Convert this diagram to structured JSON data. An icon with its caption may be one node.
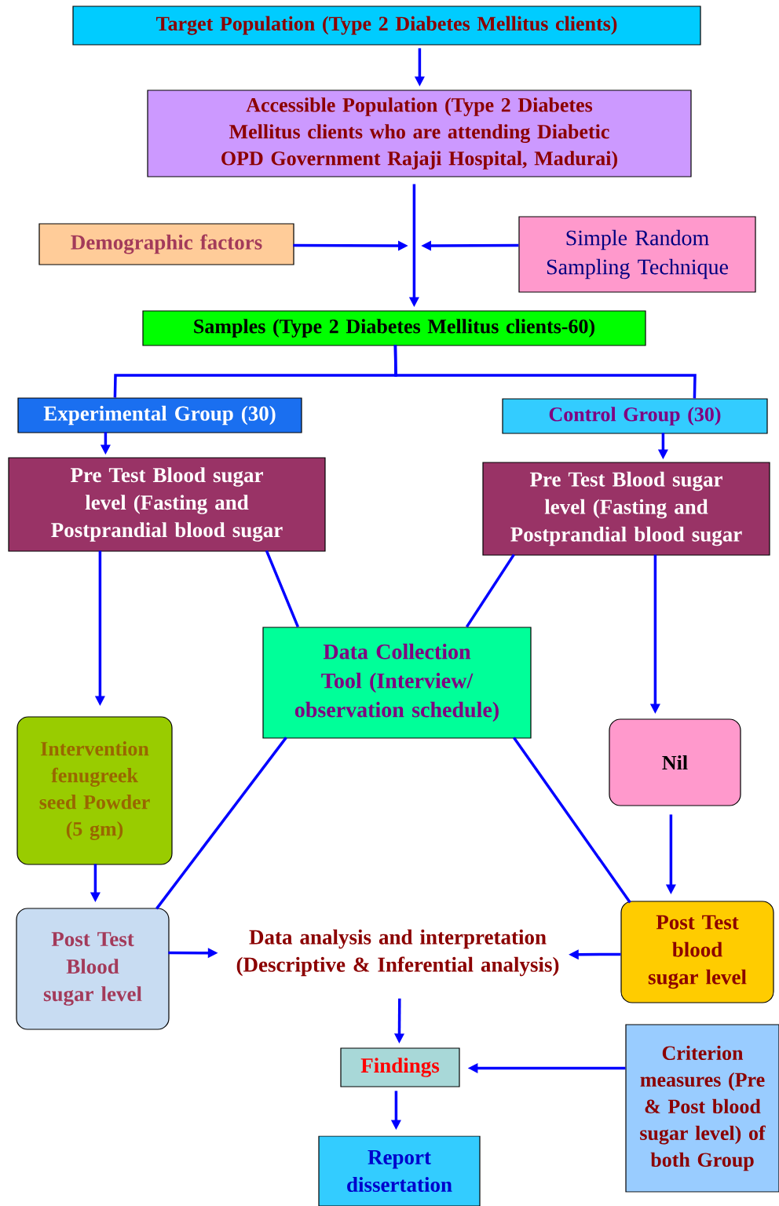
{
  "diagram": {
    "nodes": [
      {
        "text": [
          "Target Population (Type 2 Diabetes Mellitus clients)"
        ]
      },
      {
        "text": [
          "Accessible Population (Type 2 Diabetes Mellitus clients who are attending Diabetic OPD Government Rajaji Hospital, Madurai)"
        ]
      },
      {
        "text": [
          "Demographic factors"
        ]
      },
      {
        "text": [
          "Simple Random Sampling Technique"
        ]
      },
      {
        "text": [
          "Samples (Type 2 Diabetes Mellitus clients-60)"
        ]
      },
      {
        "text": [
          "Experimental Group (30)"
        ]
      },
      {
        "text": [
          "Control Group (30)"
        ]
      },
      {
        "text": [
          "Pre Test Blood sugar level (Fasting and Postprandial blood sugar"
        ]
      },
      {
        "text": [
          "Pre Test Blood sugar level (Fasting and Postprandial blood sugar"
        ]
      },
      {
        "text": [
          "Data Collection Tool (Interview/ observation schedule)"
        ]
      },
      {
        "text": [
          "Intervention fenugreek seed Powder (5 gm)"
        ]
      },
      {
        "text": [
          "Nil"
        ]
      },
      {
        "text": [
          "Post Test Blood sugar level"
        ]
      },
      {
        "text": [
          "Data analysis and interpretation (Descriptive & Inferential analysis)"
        ]
      },
      {
        "text": [
          "Post Test blood sugar level"
        ]
      },
      {
        "text": [
          "Findings"
        ]
      },
      {
        "text": [
          "Criterion measures (Pre & Post blood sugar level) of both Group"
        ]
      },
      {
        "text": [
          "Report dissertation"
        ]
      }
    ],
    "edges": [
      {
        "from": 0,
        "to": 1,
        "arrow": "to"
      },
      {
        "from": 1,
        "to": 4,
        "arrow": "to"
      },
      {
        "from": 2,
        "to": null,
        "arrow": "to"
      },
      {
        "from": 3,
        "to": null,
        "arrow": "to"
      },
      {
        "from": 4,
        "to": 5,
        "arrow": "none"
      },
      {
        "from": 4,
        "to": 6,
        "arrow": "none"
      },
      {
        "from": 5,
        "to": 7,
        "arrow": "to"
      },
      {
        "from": 6,
        "to": 8,
        "arrow": "to"
      },
      {
        "from": 7,
        "to": 9,
        "arrow": "none"
      },
      {
        "from": 8,
        "to": 9,
        "arrow": "none"
      },
      {
        "from": 7,
        "to": 10,
        "arrow": "to"
      },
      {
        "from": 8,
        "to": 11,
        "arrow": "to"
      },
      {
        "from": 9,
        "to": 12,
        "arrow": "none"
      },
      {
        "from": 9,
        "to": 14,
        "arrow": "none"
      },
      {
        "from": 10,
        "to": 12,
        "arrow": "to"
      },
      {
        "from": 11,
        "to": 14,
        "arrow": "to"
      },
      {
        "from": 12,
        "to": 13,
        "arrow": "to"
      },
      {
        "from": 14,
        "to": 13,
        "arrow": "to"
      },
      {
        "from": 13,
        "to": 15,
        "arrow": "to"
      },
      {
        "from": 16,
        "to": 15,
        "arrow": "to"
      },
      {
        "from": 15,
        "to": 17,
        "arrow": "to"
      }
    ]
  }
}
